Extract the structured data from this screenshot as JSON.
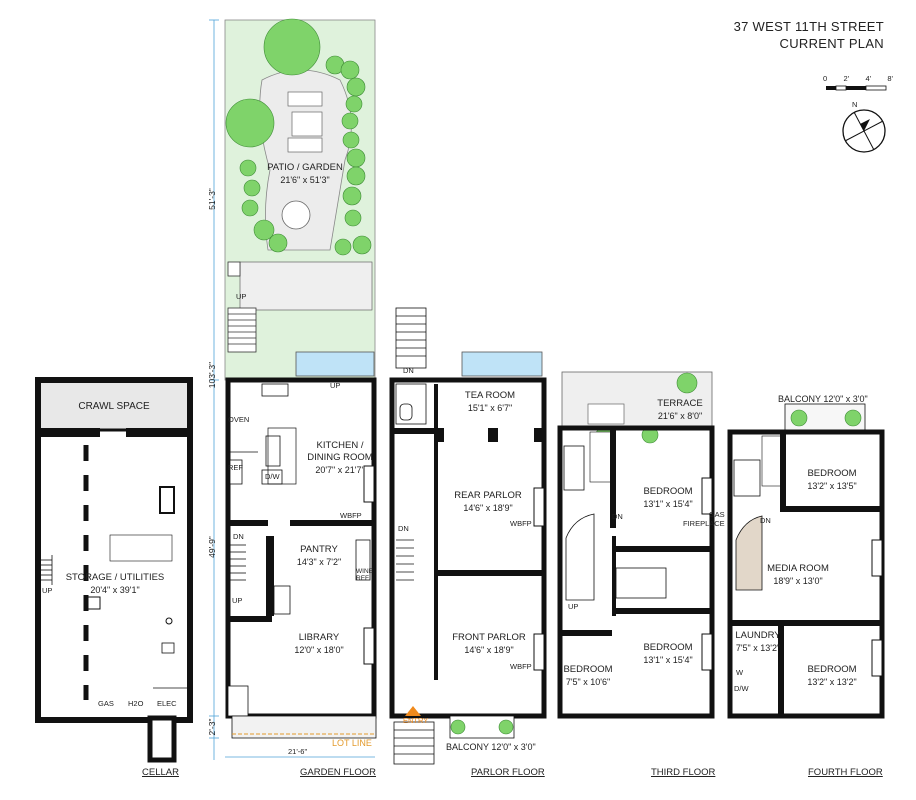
{
  "header": {
    "address": "37 WEST 11TH STREET",
    "subtitle": "CURRENT PLAN"
  },
  "scale": {
    "ticks": [
      "0",
      "2'",
      "4'",
      "8'"
    ]
  },
  "compass": {
    "north": "N"
  },
  "floors": {
    "cellar": {
      "name": "CELLAR",
      "crawl_space": "CRAWL SPACE",
      "storage": {
        "name": "STORAGE / UTILITIES",
        "dims": "20'4\" x 39'1\""
      },
      "utilities": [
        "GAS",
        "H2O",
        "ELEC"
      ],
      "up": "UP"
    },
    "garden": {
      "name": "GARDEN FLOOR",
      "patio": {
        "name": "PATIO / GARDEN",
        "dims": "21'6\" x 51'3\""
      },
      "kitchen": {
        "name1": "KITCHEN /",
        "name2": "DINING ROOM",
        "dims": "20'7\" x 21'7\""
      },
      "pantry": {
        "name": "PANTRY",
        "dims": "14'3\" x 7'2\""
      },
      "library": {
        "name": "LIBRARY",
        "dims": "12'0\" x 18'0\""
      },
      "small_labels": {
        "oven": "OVEN",
        "ref": "REF",
        "dw": "D/W",
        "wbfp": "WBFP",
        "wine1": "WINE",
        "wine2": "REF",
        "up": "UP",
        "dn": "DN",
        "up2": "UP",
        "up3": "UP"
      },
      "lot_line": "LOT LINE",
      "dims": {
        "width": "21'-6\"",
        "total": "103'-3\"",
        "garden": "51'-3\"",
        "house": "49'-9\"",
        "front": "2'-3\""
      }
    },
    "parlor": {
      "name": "PARLOR FLOOR",
      "tea_room": {
        "name": "TEA ROOM",
        "dims": "15'1\" x 6'7\""
      },
      "rear_parlor": {
        "name": "REAR PARLOR",
        "dims": "14'6\" x 18'9\""
      },
      "front_parlor": {
        "name": "FRONT PARLOR",
        "dims": "14'6\" x 18'9\""
      },
      "balcony": "BALCONY  12'0\" x 3'0\"",
      "entry": "ENTRY",
      "small_labels": {
        "wbfp1": "WBFP",
        "wbfp2": "WBFP",
        "dn1": "DN",
        "dn2": "DN"
      }
    },
    "third": {
      "name": "THIRD FLOOR",
      "terrace": {
        "name": "TERRACE",
        "dims": "21'6\" x 8'0\""
      },
      "bedroom1": {
        "name": "BEDROOM",
        "dims": "13'1\" x 15'4\""
      },
      "bedroom2": {
        "name": "BEDROOM",
        "dims": "13'1\" x 15'4\""
      },
      "bedroom3": {
        "name": "BEDROOM",
        "dims": "7'5\" x 10'6\""
      },
      "gas1": "GAS",
      "gas2": "FIREPLACE",
      "small_labels": {
        "dn": "DN",
        "up": "UP"
      }
    },
    "fourth": {
      "name": "FOURTH FLOOR",
      "balcony": "BALCONY  12'0\" x 3'0\"",
      "bedroom1": {
        "name": "BEDROOM",
        "dims": "13'2\" x 13'5\""
      },
      "media": {
        "name": "MEDIA ROOM",
        "dims": "18'9\" x 13'0\""
      },
      "laundry": {
        "name": "LAUNDRY",
        "dims": "7'5\" x 13'2\""
      },
      "bedroom2": {
        "name": "BEDROOM",
        "dims": "13'2\" x 13'2\""
      },
      "small_labels": {
        "dn": "DN",
        "w": "W",
        "dw": "D/W"
      }
    }
  },
  "colors": {
    "garden": "#dff2dc",
    "tree": "#7fd36a",
    "window": "#bfe3f7",
    "wall": "#111111",
    "entry_arrow": "#f08a1c",
    "lot_line": "#e39a2c"
  }
}
